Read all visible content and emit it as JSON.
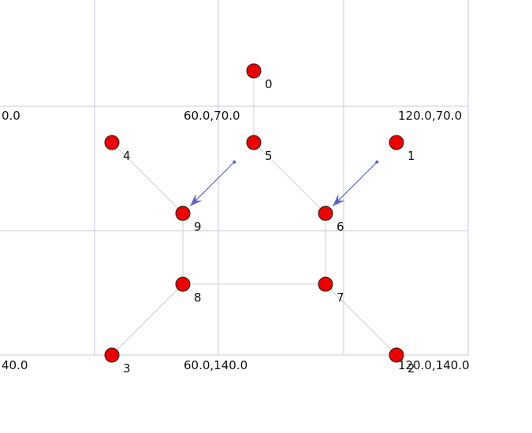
{
  "graph": {
    "nodes": [
      {
        "id": "0",
        "label": "0"
      },
      {
        "id": "1",
        "label": "1"
      },
      {
        "id": "2",
        "label": "2"
      },
      {
        "id": "3",
        "label": "3"
      },
      {
        "id": "4",
        "label": "4"
      },
      {
        "id": "5",
        "label": "5"
      },
      {
        "id": "6",
        "label": "6"
      },
      {
        "id": "7",
        "label": "7"
      },
      {
        "id": "8",
        "label": "8"
      },
      {
        "id": "9",
        "label": "9"
      }
    ],
    "edges": [
      [
        "0",
        "5"
      ],
      [
        "5",
        "6"
      ],
      [
        "4",
        "9"
      ],
      [
        "9",
        "8"
      ],
      [
        "8",
        "7"
      ],
      [
        "6",
        "7"
      ],
      [
        "3",
        "8"
      ],
      [
        "7",
        "2"
      ]
    ],
    "directed_edges": [
      [
        "5",
        "9"
      ],
      [
        "1",
        "6"
      ]
    ],
    "coordinate_labels": [
      {
        "text": "0.0"
      },
      {
        "text": "60.0,70.0"
      },
      {
        "text": "120.0,70.0"
      },
      {
        "text": "40.0"
      },
      {
        "text": "60.0,140.0"
      },
      {
        "text": "120.0,140.0"
      }
    ],
    "colors": {
      "node_fill": "#ee0000",
      "node_stroke": "#222222",
      "edge": "#cfcfcf",
      "grid": "#c7c9d8",
      "arrow": "#5a63c8"
    }
  }
}
